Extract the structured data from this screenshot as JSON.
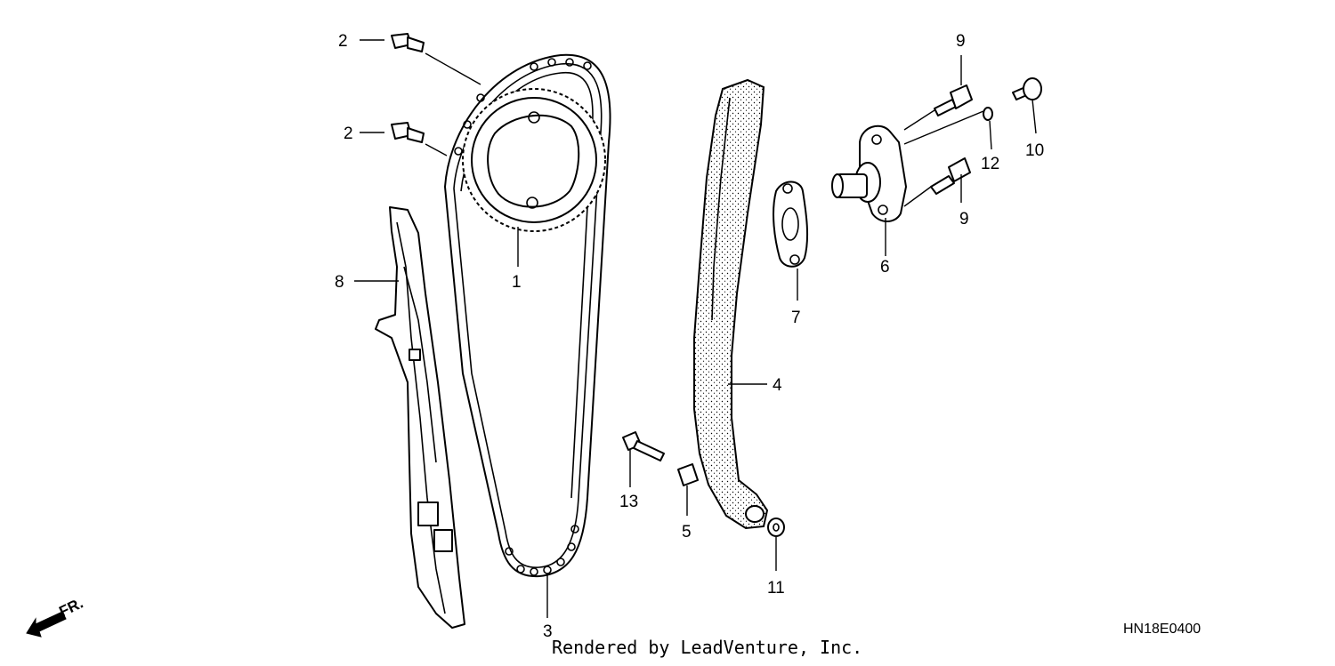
{
  "diagram": {
    "callouts": [
      "1",
      "2",
      "2",
      "3",
      "4",
      "5",
      "6",
      "7",
      "8",
      "9",
      "9",
      "10",
      "11",
      "12",
      "13"
    ],
    "front_marker": "FR.",
    "drawing_code": "HN18E0400",
    "credit": "Rendered by LeadVenture, Inc."
  }
}
